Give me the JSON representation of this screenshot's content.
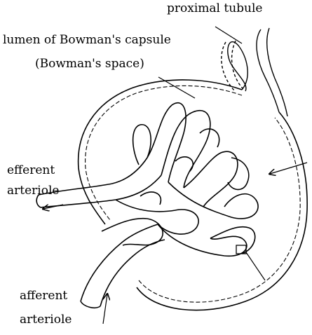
{
  "labels": {
    "proximal_tubule": "proximal tubule",
    "lumen_line1": "lumen of Bowman's capsule",
    "lumen_line2": "(Bowman's space)",
    "efferent_line1": "efferent",
    "efferent_line2": "arteriole",
    "afferent_line1": "afferent",
    "afferent_line2": "arteriole"
  },
  "colors": {
    "ink": "#000000",
    "paper": "#ffffff"
  }
}
